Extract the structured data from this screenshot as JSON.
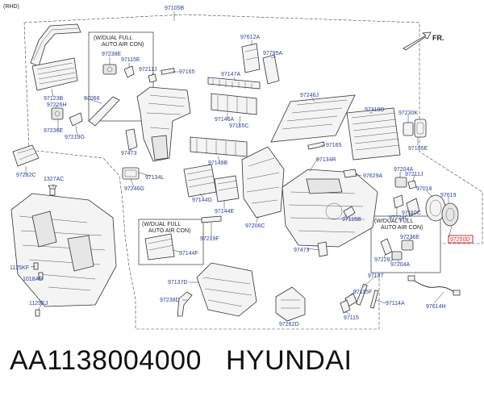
{
  "diagram": {
    "corner_note": "(RHD)",
    "direction_label": "FR.",
    "callout_top": [
      "(W/DUAL FULL",
      "AUTO AIR CON)"
    ],
    "callout_mid": [
      "(W/DUAL FULL",
      "AUTO AIR CON)"
    ],
    "callout_right": [
      "(W/DUAL FULL",
      "AUTO AIR CON)"
    ],
    "highlighted_part": "97250D",
    "part_numbers": {
      "p97105B": "97105B",
      "p97238E_a": "97238E",
      "p97115E_a": "97115E",
      "p97211J_a": "97211J",
      "p97165_a": "97165",
      "p97123B": "97123B",
      "p97226H": "97226H",
      "p97066": "97066",
      "p97236E_a": "97236E",
      "p97213G": "97213G",
      "p97612A": "97612A",
      "p97795A": "97795A",
      "p97147A": "97147A",
      "p97146A": "97146A",
      "p97165C": "97165C",
      "p97246J": "97246J",
      "p97319D": "97319D",
      "p97230K": "97230K",
      "p97105E": "97105E",
      "p97165_b": "97165",
      "p97473_a": "97473",
      "p97148B": "97148B",
      "p97134R": "97134R",
      "p97629A": "97629A",
      "p97204A_a": "97204A",
      "p97211J_b": "97211J",
      "p97282C": "97282C",
      "p97134L": "97134L",
      "p97246G": "97246G",
      "p1327AC": "1327AC",
      "p97144G": "97144G",
      "p97144E": "97144E",
      "p97206C": "97206C",
      "p97115B": "97115B",
      "p97018": "97018",
      "p97619": "97619",
      "p97110C": "97110C",
      "p97224C": "97224C",
      "p97236E_b": "97236E",
      "p97219F": "97219F",
      "p97144F": "97144F",
      "p97473_b": "97473",
      "p97228J": "97228J",
      "p97204A_b": "97204A",
      "p1125KF": "1125KF",
      "p1018AD": "1018AD",
      "p97137D": "97137D",
      "p97238D": "97238D",
      "p97107": "97107",
      "p97115F": "97115F",
      "p97114A": "97114A",
      "p97614H": "97614H",
      "p1129EJ": "1129EJ",
      "p97282D": "97282D",
      "p97115_c": "97115"
    }
  },
  "footer": {
    "part_number": "AA1138004000",
    "brand": "HYUNDAI"
  }
}
